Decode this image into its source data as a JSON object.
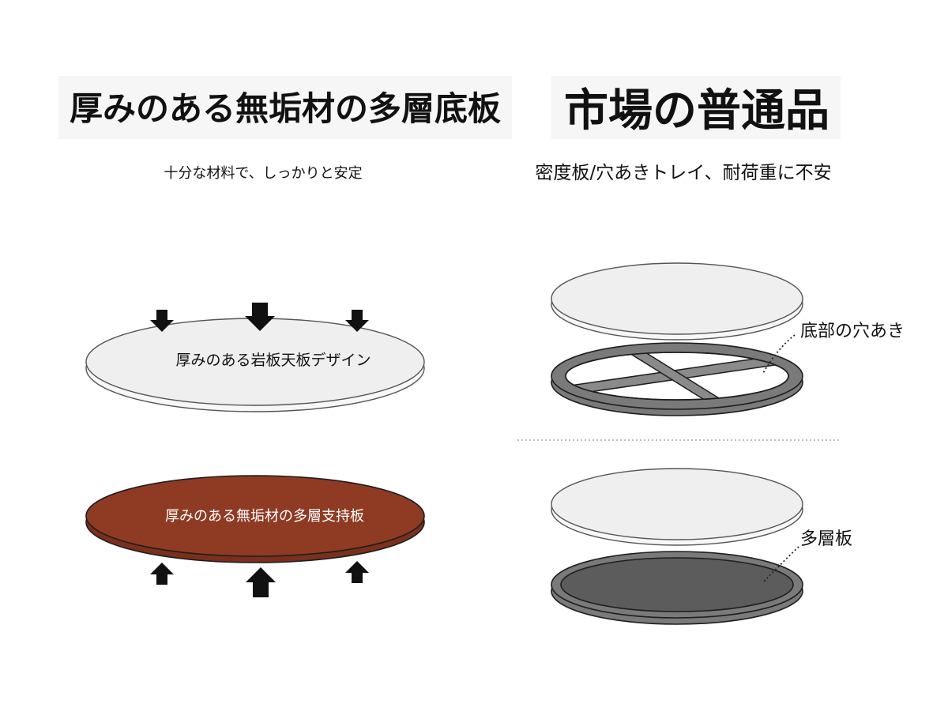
{
  "left": {
    "title": "厚みのある無垢材の多層底板",
    "subtitle": "十分な材料で、しっかりと安定",
    "top_label": "厚みのある岩板天板デザイン",
    "bottom_label": "厚みのある無垢材の多層支持板"
  },
  "right": {
    "title": "市場の普通品",
    "subtitle": "密度板/穴あきトレイ、耐荷重に不安",
    "upper_callout": "底部の穴あき",
    "lower_callout": "多層板"
  },
  "colors": {
    "tabletop": "#efefef",
    "tabletop_edge_layer": "#f7f7f7",
    "solid_wood": "#8f3b24",
    "solid_wood_edge": "#7a301c",
    "board_gray": "#7a7a7a",
    "board_dark": "#5c5c5c",
    "title_panel": "#f6f6f6"
  },
  "icons": {
    "load": "down-arrow-icon",
    "support": "up-arrow-icon"
  }
}
